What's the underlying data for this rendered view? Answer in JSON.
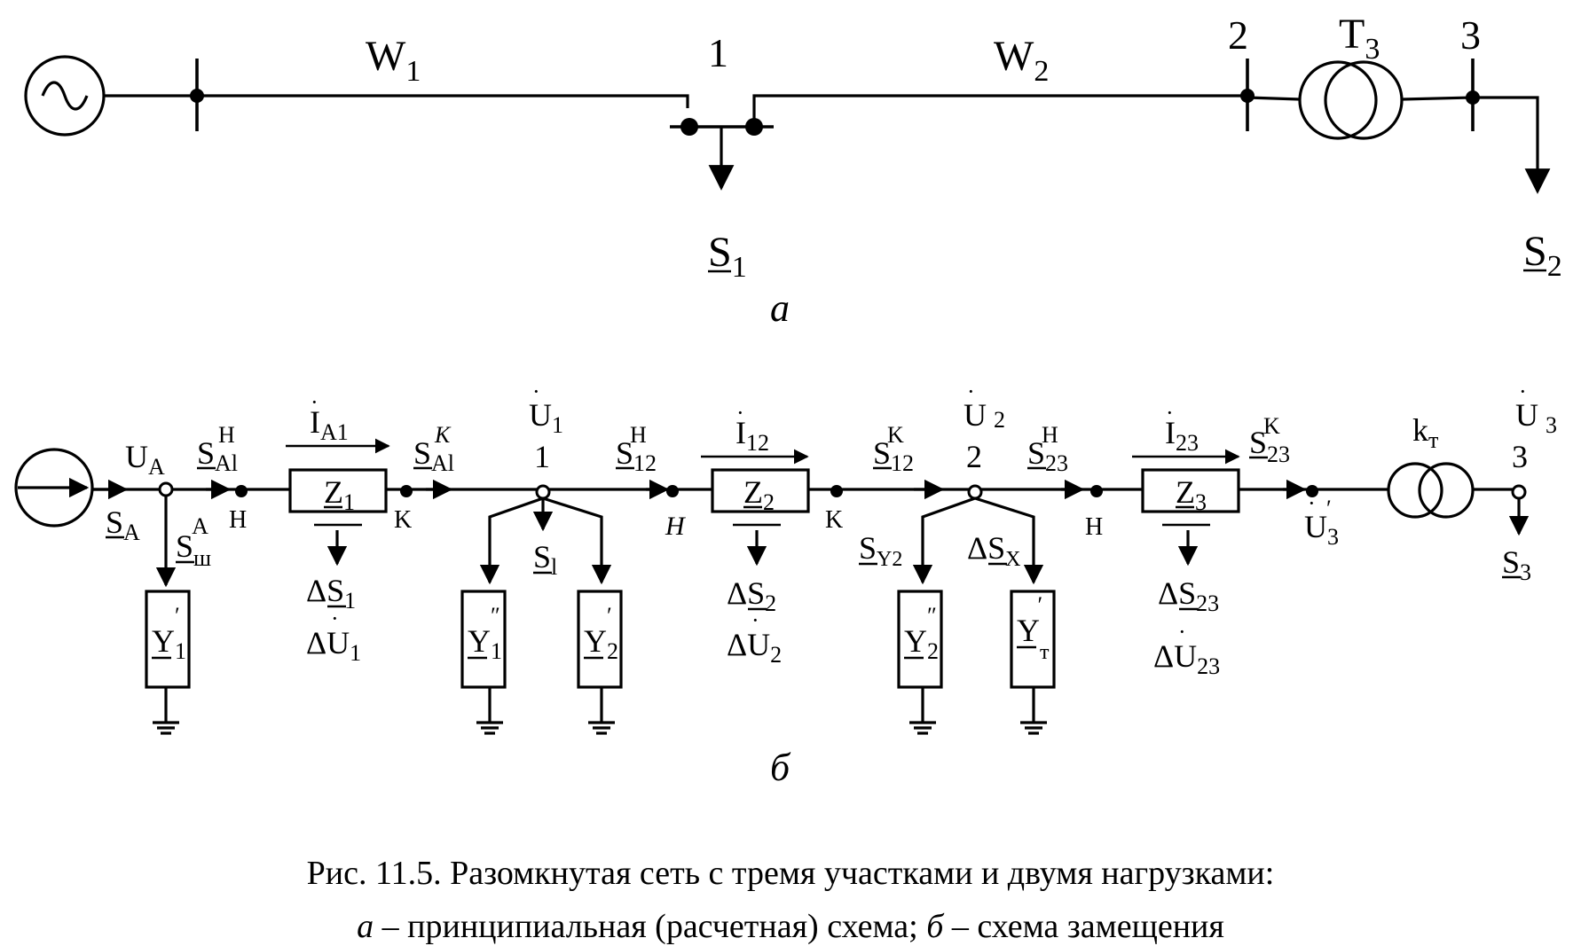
{
  "diagram_a": {
    "W1": "W",
    "W1_sub": "1",
    "W2": "W",
    "W2_sub": "2",
    "T3": "T",
    "T3_sub": "3",
    "node1": "1",
    "node2": "2",
    "node3": "3",
    "S1": "S",
    "S1_sub": "1",
    "S2": "S",
    "S2_sub": "2",
    "label": "а"
  },
  "diagram_b": {
    "UA": "U",
    "UA_sub": "A",
    "SA": "S",
    "SA_sub": "A",
    "SAlH": "S",
    "SAlH_sub": "Al",
    "SAlH_sup": "H",
    "H1": "H",
    "SshA": "S",
    "SshA_sub": "ш",
    "SshA_sup": "A",
    "Y1p": "Y",
    "Y1p_sub": "1",
    "Y1p_sup": "′",
    "IA1": "I",
    "IA1_sub": "A1",
    "Z1": "Z",
    "Z1_sub": "1",
    "dS1": "ΔS",
    "dS1_sub": "1",
    "dU1": "ΔU",
    "dU1_sub": "1",
    "K1": "K",
    "SAlK": "S",
    "SAlK_sub": "Al",
    "SAlK_sup": "K",
    "U1": "U",
    "U1_sub": "1",
    "n1": "1",
    "Y1pp": "Y",
    "Y1pp_sub": "1",
    "Y1pp_sup": "″",
    "Sl": "S",
    "Sl_sub": "l",
    "Y2p": "Y",
    "Y2p_sub": "2",
    "Y2p_sup": "′",
    "S12H": "S",
    "S12H_sub": "12",
    "S12H_sup": "H",
    "H2": "H",
    "I12": "I",
    "I12_sub": "12",
    "Z2": "Z",
    "Z2_sub": "2",
    "dS2": "ΔS",
    "dS2_sub": "2",
    "dU2": "ΔU",
    "dU2_sub": "2",
    "K2": "K",
    "S12K": "S",
    "S12K_sub": "12",
    "S12K_sup": "K",
    "SY2": "S",
    "SY2_sub": "Y2",
    "Y2pp": "Y",
    "Y2pp_sub": "2",
    "Y2pp_sup": "″",
    "U2": "U",
    "U2_sub": "2",
    "n2": "2",
    "dSX": "ΔS",
    "dSX_sub": "X",
    "YT": "Y",
    "YT_sub": "т",
    "YT_sup": "′",
    "S23H": "S",
    "S23H_sub": "23",
    "S23H_sup": "H",
    "H3": "H",
    "I23": "I",
    "I23_sub": "23",
    "Z3": "Z",
    "Z3_sub": "3",
    "dS23": "ΔS",
    "dS23_sub": "23",
    "dU23": "ΔU",
    "dU23_sub": "23",
    "S23K": "S",
    "S23K_sub": "23",
    "S23K_sup": "K",
    "U3p": "U",
    "U3p_sub": "3",
    "U3p_sup": "′",
    "kT": "k",
    "kT_sub": "т",
    "U3": "U",
    "U3_sub": "3",
    "n3": "3",
    "S3": "S",
    "S3_sub": "3",
    "label": "б"
  },
  "caption": {
    "line1": "Рис. 11.5. Разомкнутая сеть с тремя участками и двумя нагрузками:",
    "line2_a": "а",
    "line2_a_text": " – принципиальная (расчетная) схема; ",
    "line2_b": "б",
    "line2_b_text": " – схема замещения"
  }
}
